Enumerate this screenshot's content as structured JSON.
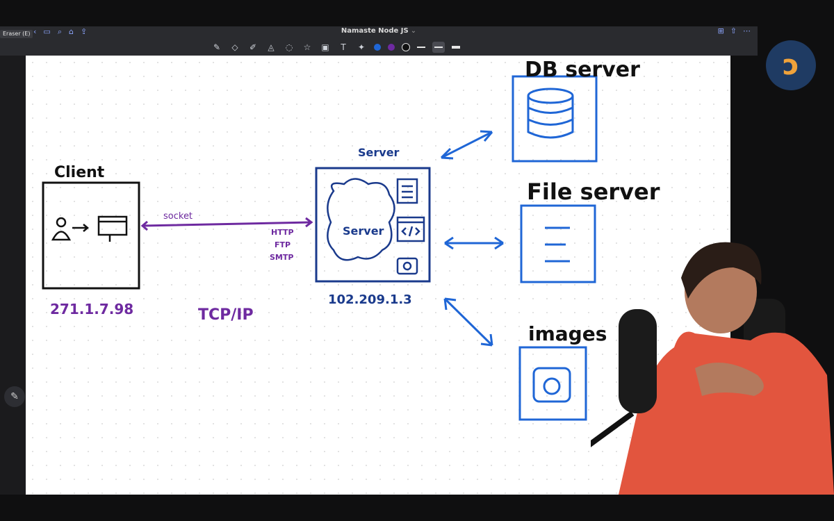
{
  "app": {
    "tooltip": "Eraser (E)",
    "title": "Namaste Node JS",
    "title_chevron": "⌄"
  },
  "toolbar_icons": [
    "pen-icon",
    "eraser-icon",
    "highlighter-icon",
    "shapes-icon",
    "lasso-icon",
    "sticker-icon",
    "image-icon",
    "text-icon",
    "laser-icon"
  ],
  "colors": {
    "blue": "#1f66d6",
    "purple": "#6e2aa0",
    "black": "#111111"
  },
  "diagram": {
    "client_label": "Client",
    "client_ip": "271.1.7.98",
    "socket_label": "socket",
    "protocols": [
      "HTTP",
      "FTP",
      "SMTP"
    ],
    "tcpip_label": "TCP/IP",
    "server_label": "Server",
    "server_cloud_label": "Server",
    "server_ip": "102.209.1.3",
    "db_label": "DB server",
    "file_label": "File server",
    "images_label": "images"
  }
}
